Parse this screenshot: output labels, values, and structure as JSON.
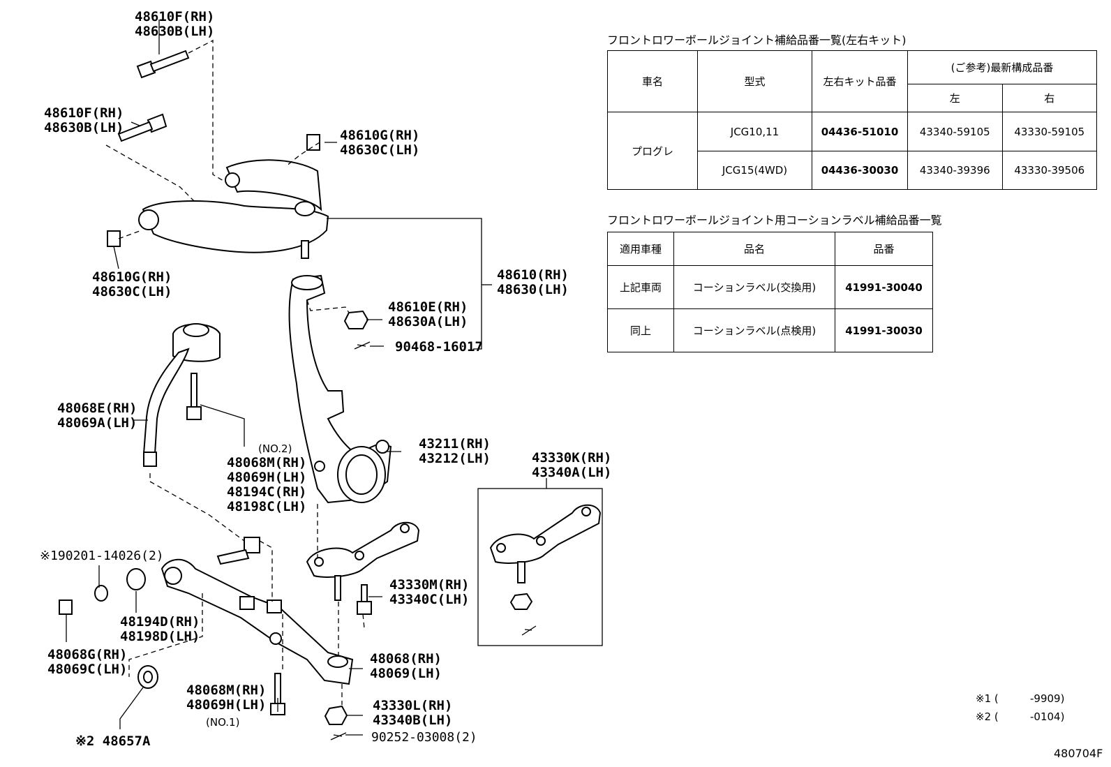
{
  "labels": {
    "l01": "48610F(RH)",
    "l02": "48630B(LH)",
    "l03": "48610F(RH)",
    "l04": "48630B(LH)",
    "l05": "48610G(RH)",
    "l06": "48630C(LH)",
    "l07": "48610G(RH)",
    "l08": "48630C(LH)",
    "l09": "48610(RH)",
    "l10": "48630(LH)",
    "l11": "48610E(RH)",
    "l12": "48630A(LH)",
    "l13": "90468-16017",
    "l14": "48068E(RH)",
    "l15": "48069A(LH)",
    "l16": "(NO.2)",
    "l17": "48068M(RH)",
    "l18": "48069H(LH)",
    "l19": "48194C(RH)",
    "l20": "48198C(LH)",
    "l21": "43211(RH)",
    "l22": "43212(LH)",
    "l23": "43330K(RH)",
    "l24": "43340A(LH)",
    "l25": "※190201-14026(2)",
    "l26": "43330M(RH)",
    "l27": "43340C(LH)",
    "l28": "48194D(RH)",
    "l29": "48198D(LH)",
    "l30": "48068G(RH)",
    "l31": "48069C(LH)",
    "l32": "48068(RH)",
    "l33": "48069(LH)",
    "l34": "48068M(RH)",
    "l35": "48069H(LH)",
    "l36": "(NO.1)",
    "l37": "43330L(RH)",
    "l38": "43340B(LH)",
    "l39": "90252-03008(2)",
    "l40": "※2 48657A"
  },
  "table1": {
    "title": "フロントロワーボールジョイント補給品番一覧(左右キット)",
    "h_car": "車名",
    "h_model": "型式",
    "h_kit": "左右キット品番",
    "h_ref": "(ご参考)最新構成品番",
    "h_left": "左",
    "h_right": "右",
    "car": "プログレ",
    "rows": [
      {
        "model": "JCG10,11",
        "kit": "04436-51010",
        "left": "43340-59105",
        "right": "43330-59105"
      },
      {
        "model": "JCG15(4WD)",
        "kit": "04436-30030",
        "left": "43340-39396",
        "right": "43330-39506"
      }
    ]
  },
  "table2": {
    "title": "フロントロワーボールジョイント用コーションラベル補給品番一覧",
    "h_app": "適用車種",
    "h_name": "品名",
    "h_part": "品番",
    "rows": [
      {
        "app": "上記車両",
        "name": "コーションラベル(交換用)",
        "part": "41991-30040"
      },
      {
        "app": "同上",
        "name": "コーションラベル(点検用)",
        "part": "41991-30030"
      }
    ]
  },
  "notes": {
    "n1_mark": "※1 (",
    "n1_val": "-9909)",
    "n2_mark": "※2 (",
    "n2_val": "-0104)"
  },
  "figure_id": "480704F"
}
